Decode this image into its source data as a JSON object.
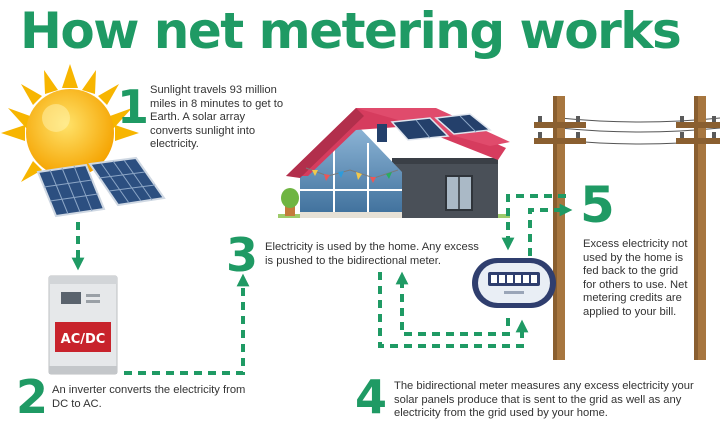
{
  "title": "How net metering works",
  "colors": {
    "green": "#1f9a64",
    "roof": "#d63c5e",
    "text": "#333333"
  },
  "icons": [
    "sun-icon",
    "solar-panel-icon",
    "inverter-icon",
    "house-icon",
    "meter-icon",
    "utility-pole-icon",
    "arrow-head-icon"
  ],
  "inverter_label": "AC/DC",
  "steps": [
    {
      "number": "1",
      "text": "Sunlight travels 93 million miles in 8 minutes to get to Earth. A solar array converts sunlight into electricity."
    },
    {
      "number": "2",
      "text": "An inverter converts the electricity from DC to AC."
    },
    {
      "number": "3",
      "text": "Electricity is used by the home. Any excess is pushed to the bidirectional meter."
    },
    {
      "number": "4",
      "text": "The bidirectional meter measures any excess electricity your solar panels produce that is sent to the grid as well as any electricity from the grid used by your home."
    },
    {
      "number": "5",
      "text": "Excess electricity not used by the home is fed back to the grid for others to use. Net metering credits are applied to your bill."
    }
  ]
}
